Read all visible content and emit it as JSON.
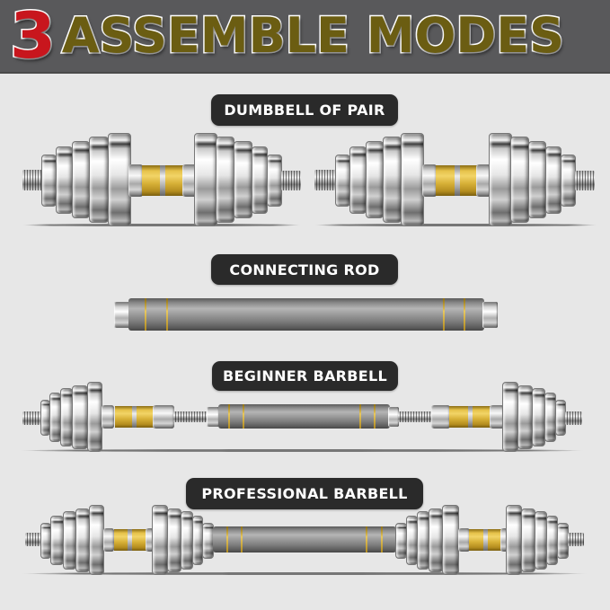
{
  "header": {
    "number": "3",
    "title": "ASSEMBLE MODES",
    "background_color": "#59595b",
    "number_color": "#c8161d",
    "title_color": "#6b5d12"
  },
  "sections": [
    {
      "label": "DUMBBELL OF PAIR"
    },
    {
      "label": "CONNECTING ROD"
    },
    {
      "label": "BEGINNER BARBELL"
    },
    {
      "label": "PROFESSIONAL BARBELL"
    }
  ],
  "colors": {
    "background": "#e7e7e7",
    "label_pill": "#2a2a2a",
    "grip_gold": "#d7b037",
    "rod_gray": "#8c8c8c"
  }
}
